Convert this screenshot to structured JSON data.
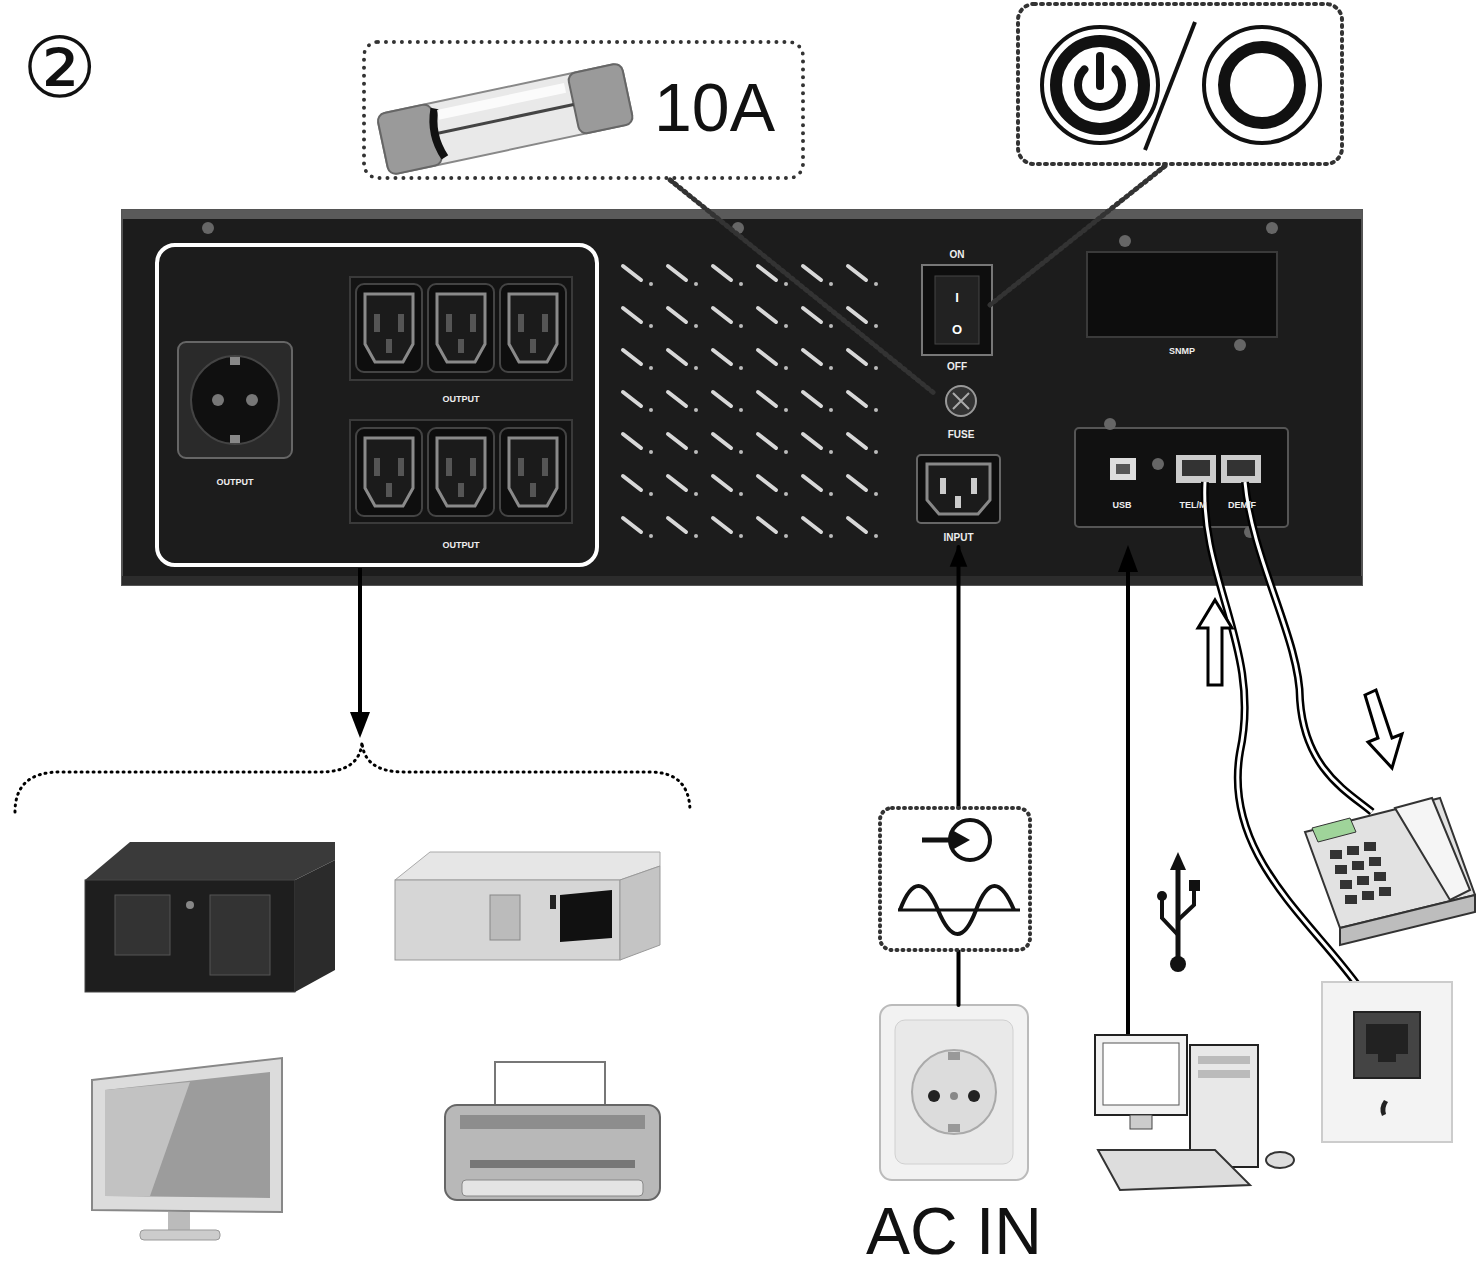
{
  "diagram": {
    "nodes": [
      {
        "text": [
          "10A"
        ]
      },
      {
        "text": [
          "ON",
          "I",
          "O",
          "OFF"
        ]
      },
      {
        "text": [
          "FUSE"
        ]
      },
      {
        "text": [
          "OUTPUT"
        ]
      },
      {
        "text": [
          "OUTPUT"
        ]
      },
      {
        "text": [
          "OUTPUT"
        ]
      },
      {
        "text": [
          "INPUT"
        ]
      },
      {
        "text": [
          "SNMP"
        ]
      },
      {
        "text": [
          "USB"
        ]
      },
      {
        "text": [
          "TEL/M"
        ]
      },
      {
        "text": [
          "DEM/F"
        ]
      },
      {
        "text": [
          "AC IN"
        ]
      }
    ],
    "edges": [
      {
        "from": 0,
        "to": 2,
        "arrow": "none"
      },
      {
        "from": 11,
        "to": 6,
        "arrow": "to"
      }
    ],
    "labels": [
      "②"
    ]
  }
}
